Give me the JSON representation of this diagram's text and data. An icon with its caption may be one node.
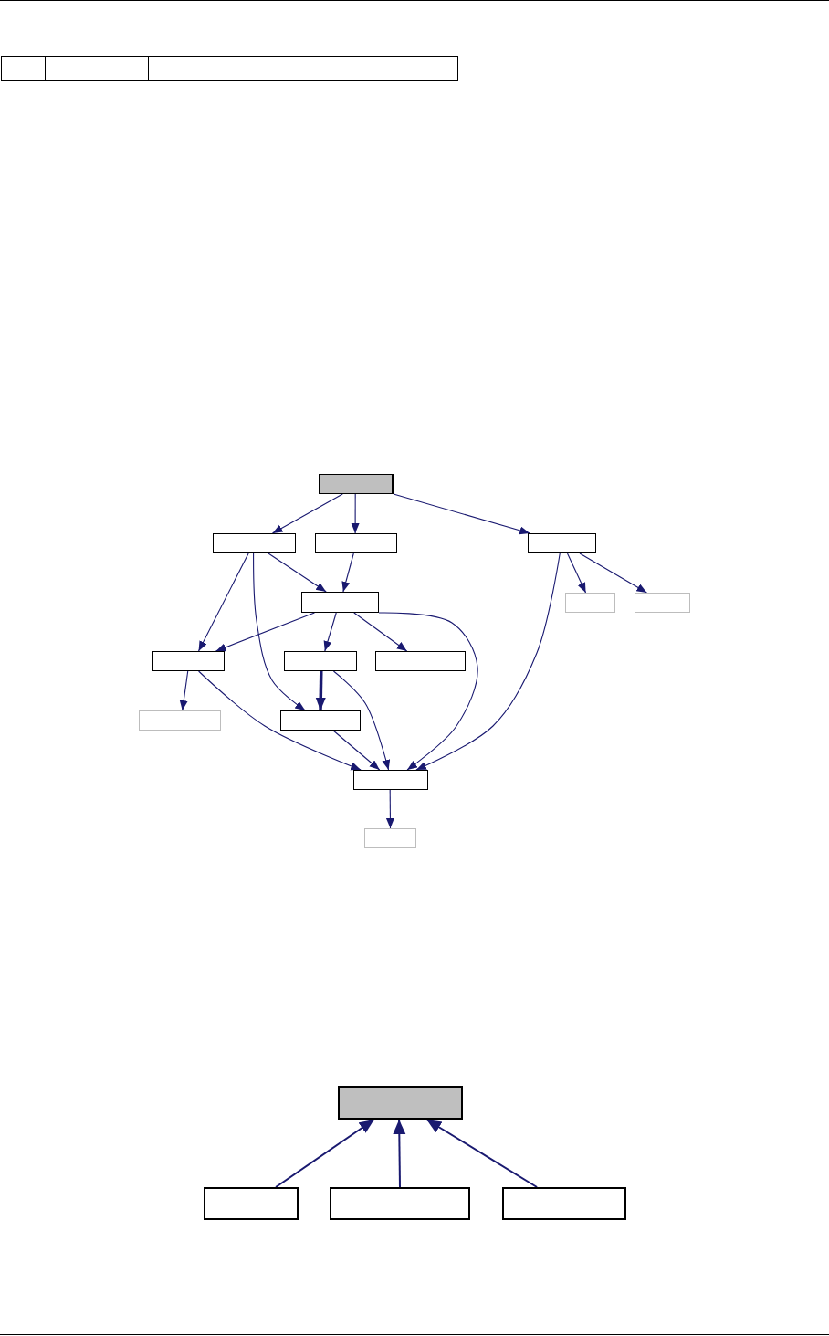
{
  "diagram": {
    "nodes": [
      {
        "text": [],
        "shape": "box"
      },
      {
        "text": [],
        "shape": "box"
      },
      {
        "text": [],
        "shape": "box"
      },
      {
        "text": [],
        "shape": "box"
      },
      {
        "text": [],
        "shape": "box"
      },
      {
        "text": [],
        "shape": "box"
      },
      {
        "text": [],
        "shape": "box"
      },
      {
        "text": [],
        "shape": "box"
      },
      {
        "text": [],
        "shape": "box"
      },
      {
        "text": [],
        "shape": "box"
      },
      {
        "text": [],
        "shape": "box"
      },
      {
        "text": [],
        "shape": "box"
      },
      {
        "text": [],
        "shape": "box"
      },
      {
        "text": [],
        "shape": "box"
      },
      {
        "text": [],
        "shape": "box"
      },
      {
        "text": [],
        "shape": "box"
      },
      {
        "text": [],
        "shape": "box"
      },
      {
        "text": [],
        "shape": "box"
      }
    ],
    "edges": [
      {
        "from": 0,
        "to": 1,
        "arrow": "to"
      },
      {
        "from": 0,
        "to": 2,
        "arrow": "to"
      },
      {
        "from": 0,
        "to": 3,
        "arrow": "to"
      },
      {
        "from": 1,
        "to": 4,
        "arrow": "to"
      },
      {
        "from": 1,
        "to": 7,
        "arrow": "to"
      },
      {
        "from": 1,
        "to": 11,
        "arrow": "to"
      },
      {
        "from": 2,
        "to": 4,
        "arrow": "to"
      },
      {
        "from": 3,
        "to": 5,
        "arrow": "to"
      },
      {
        "from": 3,
        "to": 6,
        "arrow": "to"
      },
      {
        "from": 3,
        "to": 12,
        "arrow": "to"
      },
      {
        "from": 4,
        "to": 7,
        "arrow": "to"
      },
      {
        "from": 4,
        "to": 8,
        "arrow": "to"
      },
      {
        "from": 4,
        "to": 9,
        "arrow": "to"
      },
      {
        "from": 4,
        "to": 12,
        "arrow": "to"
      },
      {
        "from": 7,
        "to": 10,
        "arrow": "to"
      },
      {
        "from": 7,
        "to": 12,
        "arrow": "to"
      },
      {
        "from": 8,
        "to": 11,
        "arrow": "to",
        "style": "thick"
      },
      {
        "from": 8,
        "to": 12,
        "arrow": "to"
      },
      {
        "from": 11,
        "to": 12,
        "arrow": "to"
      },
      {
        "from": 12,
        "to": 13,
        "arrow": "to"
      },
      {
        "from": 15,
        "to": 14,
        "arrow": "to"
      },
      {
        "from": 16,
        "to": 14,
        "arrow": "to"
      },
      {
        "from": 17,
        "to": 14,
        "arrow": "to"
      }
    ]
  }
}
